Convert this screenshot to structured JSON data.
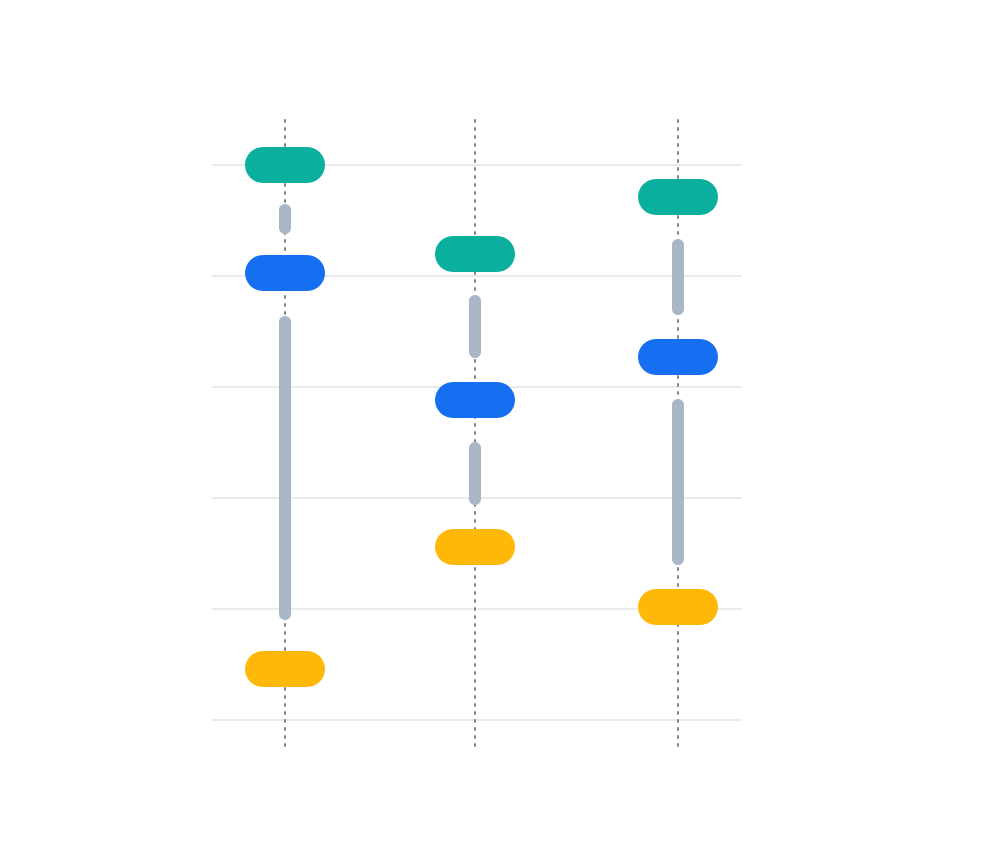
{
  "colors": {
    "background": "#ffffff",
    "gridline": "#d3d8de",
    "lane_line": "#6b7280",
    "connector": "#a8b6c6",
    "teal": "#0aaf9e",
    "blue": "#166ff0",
    "amber": "#ffb808"
  },
  "lanes": [
    {
      "nodes": [
        {
          "name": "teal-node",
          "color": "teal"
        },
        {
          "name": "blue-node",
          "color": "blue"
        },
        {
          "name": "amber-node",
          "color": "amber"
        }
      ]
    },
    {
      "nodes": [
        {
          "name": "teal-node",
          "color": "teal"
        },
        {
          "name": "blue-node",
          "color": "blue"
        },
        {
          "name": "amber-node",
          "color": "amber"
        }
      ]
    },
    {
      "nodes": [
        {
          "name": "teal-node",
          "color": "teal"
        },
        {
          "name": "blue-node",
          "color": "blue"
        },
        {
          "name": "amber-node",
          "color": "amber"
        }
      ]
    }
  ]
}
